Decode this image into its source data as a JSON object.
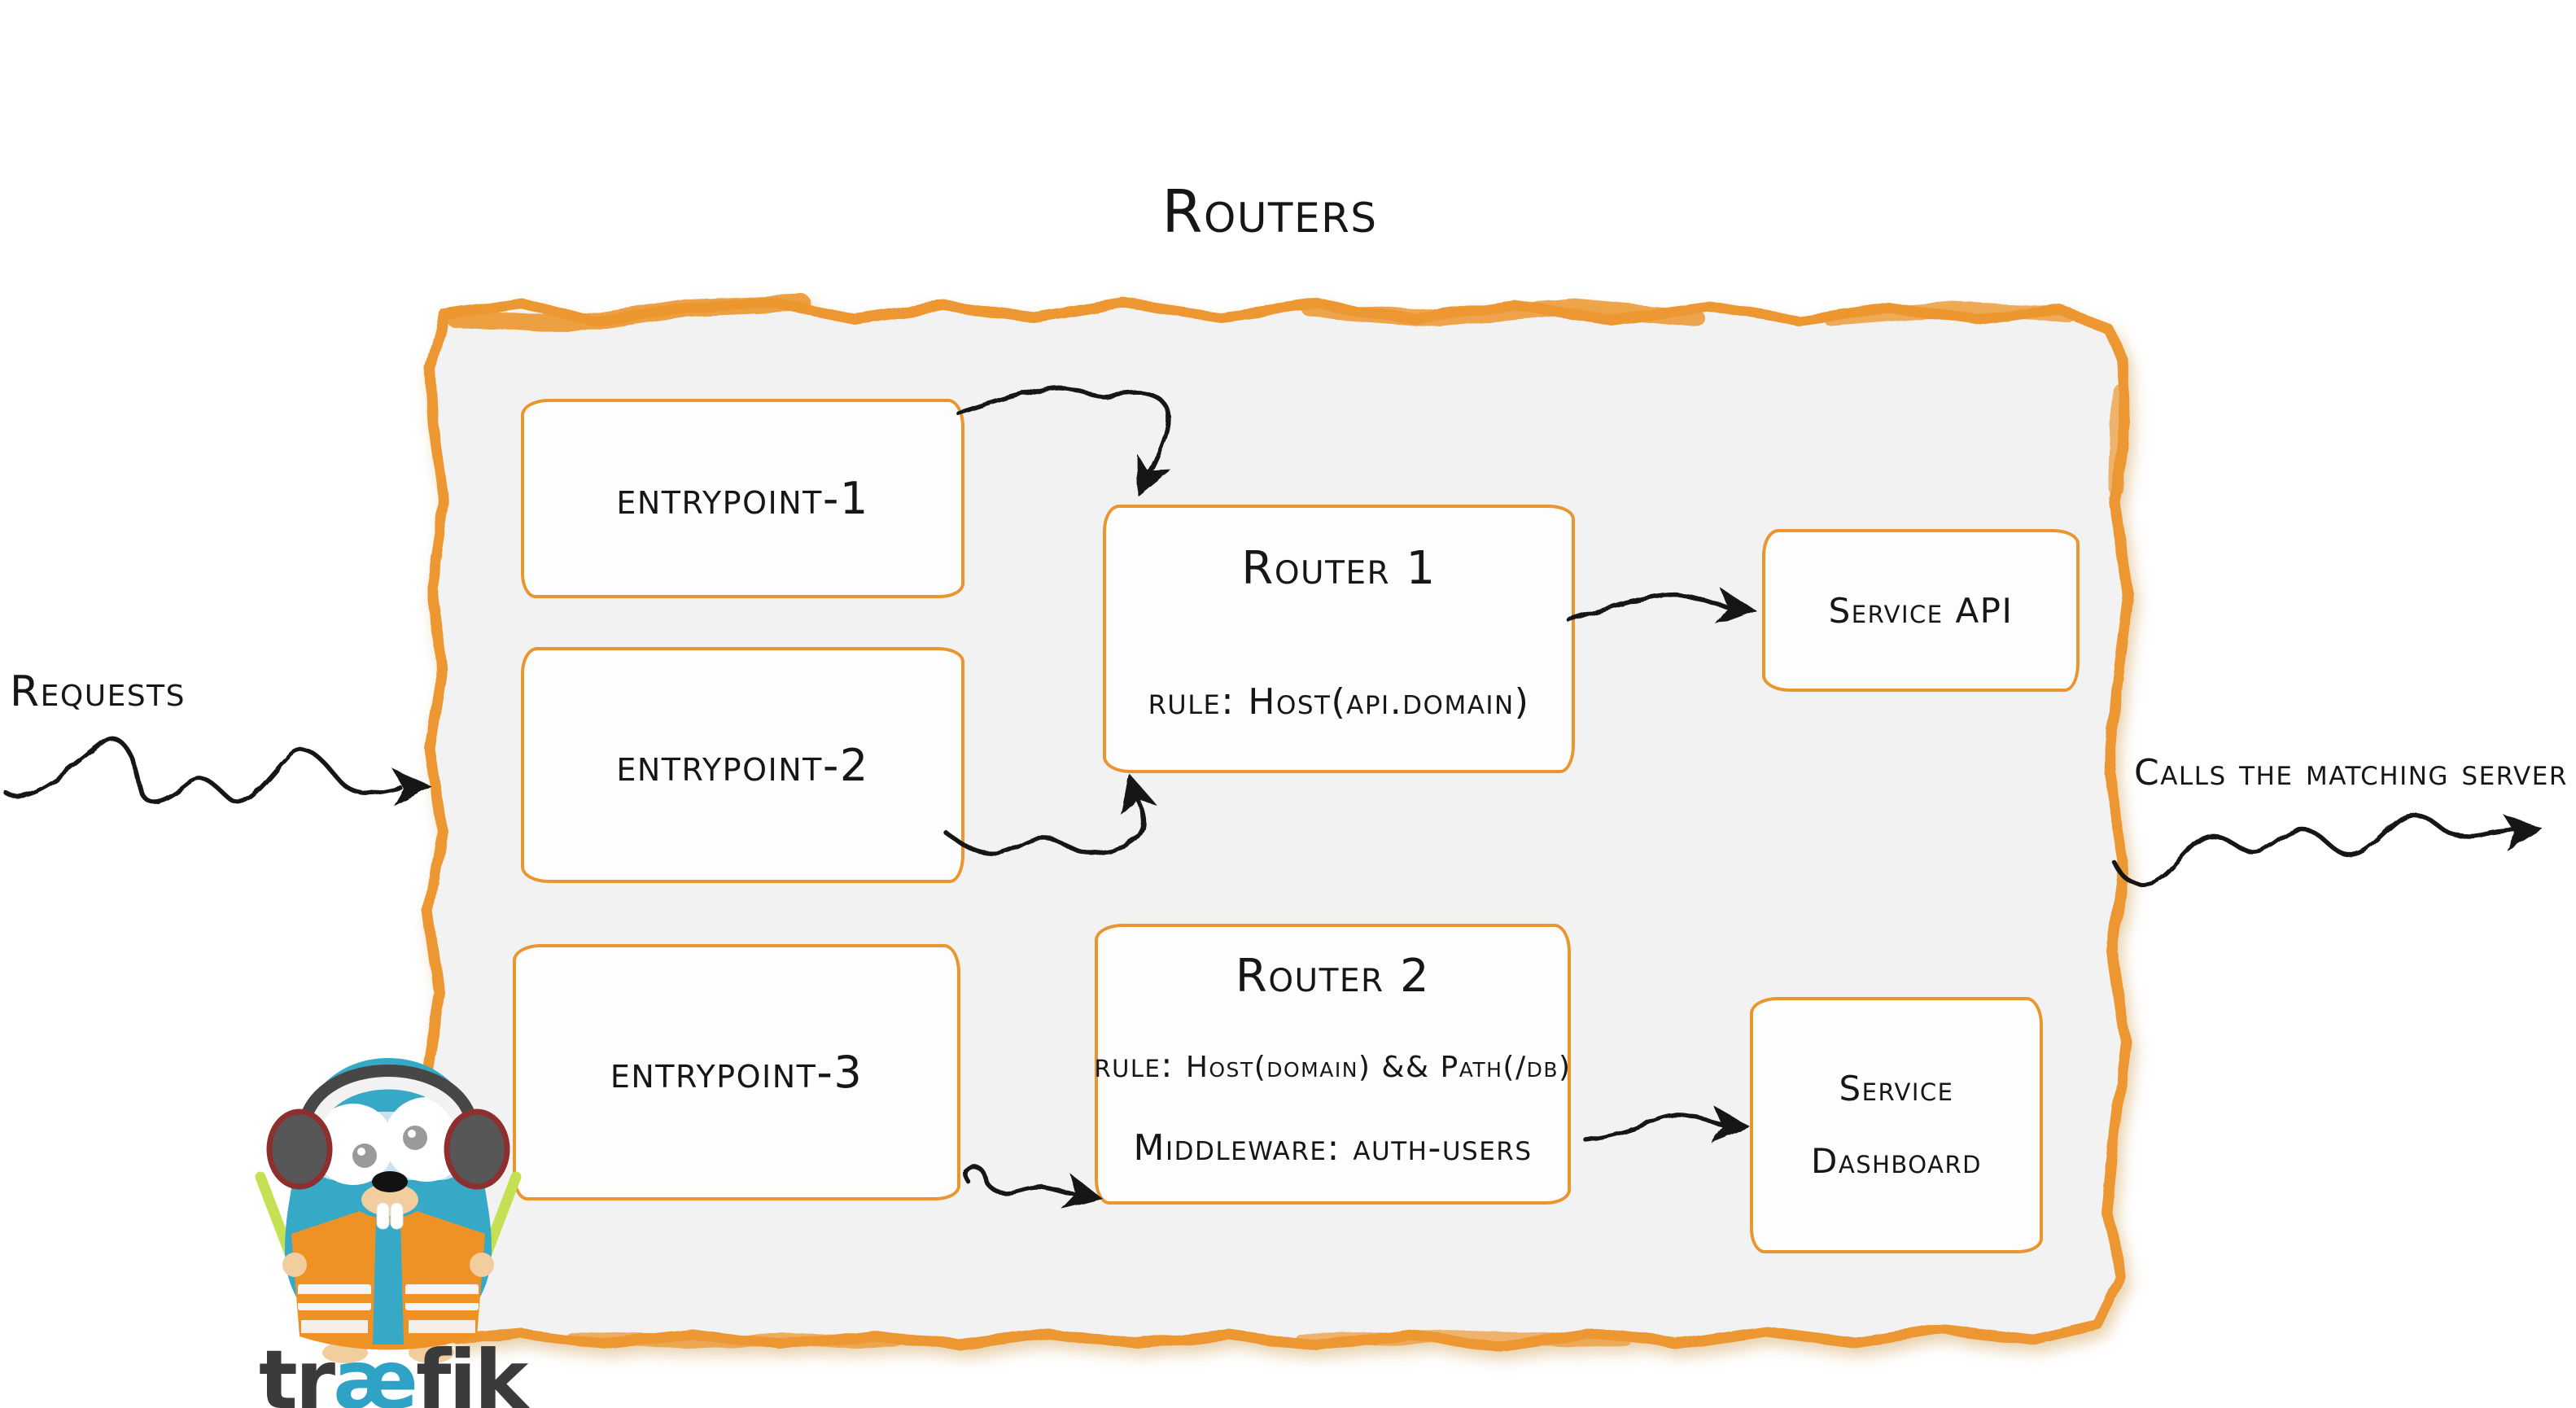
{
  "title": "Routers",
  "annotations": {
    "requests": "Requests",
    "calls": "Calls the matching server"
  },
  "entrypoints": [
    {
      "label": "entrypoint-1"
    },
    {
      "label": "entrypoint-2"
    },
    {
      "label": "entrypoint-3"
    }
  ],
  "routers": [
    {
      "name": "Router 1",
      "rule_label": "rule:",
      "rule_value": "Host(api.domain)"
    },
    {
      "name": "Router 2",
      "rule_label": "rule:",
      "rule_value": "Host(domain) && Path(/db)",
      "middleware_label": "Middleware:",
      "middleware_value": "auth-users"
    }
  ],
  "services": [
    {
      "label": "Service API"
    },
    {
      "label": "Service Dashboard"
    }
  ],
  "logo": {
    "pre": "tr",
    "ae": "æ",
    "post": "fik"
  },
  "icons": {
    "mascot": "traefik-gopher",
    "arrows": [
      "requests-arrow",
      "entrypoint1-to-router1-arrow",
      "entrypoint2-to-router1-arrow",
      "entrypoint3-to-router2-arrow",
      "router1-to-service-api-arrow",
      "router2-to-service-dashboard-arrow",
      "calls-matching-server-arrow"
    ]
  },
  "colors": {
    "frame_orange": "#EC9730",
    "box_border": "#E99530",
    "panel_bg": "#F2F2F2",
    "box_bg": "#FDFDFD",
    "ink": "#161616",
    "gopher_teal": "#36A9C6",
    "goggle_blue": "#D4E9F4",
    "vest_orange": "#EF9226",
    "baton_green": "#C6E053",
    "earcup_gray": "#575757",
    "earcup_maroon": "#8E2F2F",
    "muzzle_tan": "#F2CD9E",
    "logo_dark": "#3B3B3B",
    "logo_teal": "#2EA3C6"
  }
}
